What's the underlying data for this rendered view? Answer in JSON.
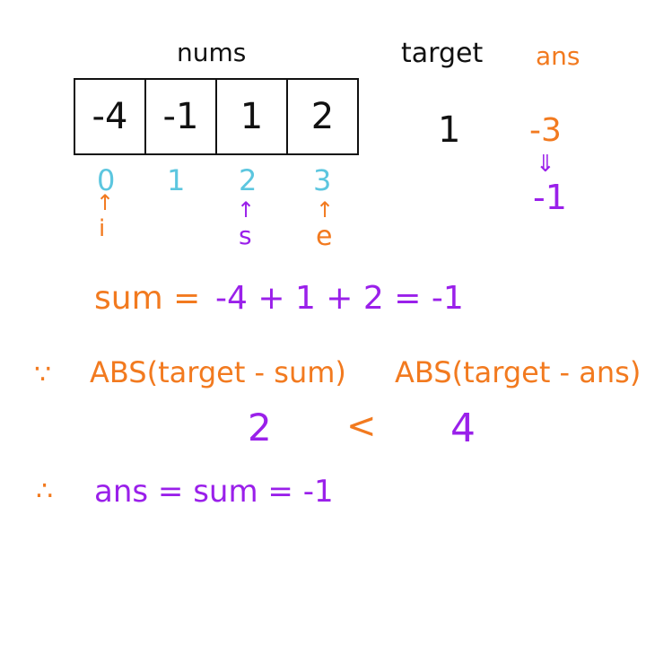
{
  "array": {
    "label": "nums",
    "values": [
      "-4",
      "-1",
      "1",
      "2"
    ],
    "indices": [
      "0",
      "1",
      "2",
      "3"
    ]
  },
  "target": {
    "label": "target",
    "value": "1"
  },
  "ans": {
    "label": "ans",
    "old_value": "-3",
    "new_value": "-1"
  },
  "pointers": {
    "i": "i",
    "s": "s",
    "e": "e"
  },
  "lines": {
    "sum_label": "sum =",
    "sum_expr": "-4 + 1 + 2 = -1",
    "therefore1": "∵",
    "abs_sum": "ABS(target - sum)",
    "abs_ans": "ABS(target - ans)",
    "val_sum": "2",
    "compare": "<",
    "val_ans": "4",
    "therefore2": "∴",
    "conclusion": "ans = sum = -1"
  },
  "colors": {
    "black": "#111111",
    "index": "#5cc6df",
    "pointer": "#f27a1f",
    "result": "#9a20ea"
  }
}
